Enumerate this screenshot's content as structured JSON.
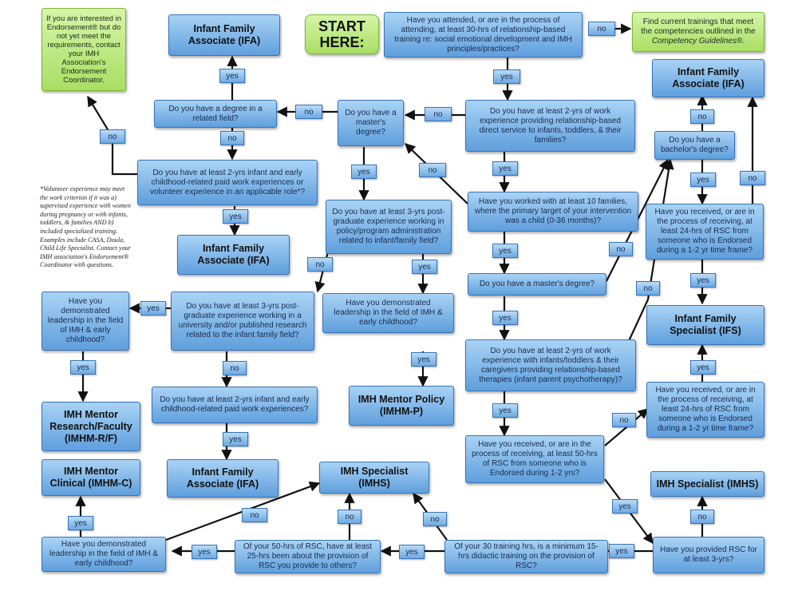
{
  "start_label": "START HERE:",
  "questions": {
    "attended_30hrs": "Have you attended, or are in the process of attending, at least 30-hrs of relationship-based training re: social emotional development and IMH principles/practices?",
    "find_trainings_lead": "Find current trainings that meet the competencies outlined in the ",
    "find_trainings_em": "Competency Guidelines®",
    "find_trainings_end": ".",
    "contact_coordinator": "If you are interested in Endorsement® but do not yet meet the requirements, contact your IMH Association's Endorsement Coordinator.",
    "degree_related": "Do you have a degree in a related field?",
    "masters_degree": "Do you have a master's degree?",
    "two_yrs_direct_service": "Do you have at least 2-yrs of work experience providing relationship-based direct service to infants, toddlers, & their families?",
    "two_yrs_infant_paid_volunteer": "Do you have at least 2-yrs infant and early childhood-related paid work experiences or volunteer experience in an applicable role*?",
    "three_yrs_policy": "Do you have at least 3-yrs post-graduate experience working in policy/program administration related to infant/family field?",
    "ten_families": "Have you worked with at least 10 families, where the primary target of your intervention was a child (0-36 months)?",
    "bachelors_degree": "Do you have a bachelor's degree?",
    "rsc_24hrs_top": "Have you received, or are in the process of receiving, at least 24-hrs of RSC from someone who is Endorsed during a 1-2 yr time frame?",
    "masters_degree_2": "Do you have a master's degree?",
    "leadership_research": "Have you demonstrated leadership in the field of IMH & early childhood?",
    "three_yrs_research": "Do you have at least 3-yrs post-graduate experience working in a university and/or published research related to the infant family field?",
    "leadership_policy": "Have you demonstrated leadership in the field of IMH & early childhood?",
    "two_yrs_therapies": "Do you have at least 2-yrs of work experience with infants/toddlers & their caregivers providing relationship-based therapies (infant parent psychotherapy)?",
    "rsc_24hrs_ifs": "Have you received, or are in the process of receiving, at least 24-hrs of RSC from someone who is Endorsed during a 1-2 yr time frame?",
    "two_yrs_infant_paid": "Do you have at least 2-yrs infant and early childhood-related paid work experiences?",
    "rsc_50hrs": "Have you received, or are in the process of receiving, at least 50-hrs of RSC from someone who is Endorsed during 1-2 yrs?",
    "leadership_clinical": "Have you demonstrated leadership in the field of IMH & early childhood?",
    "rsc_25hrs_provision": "Of your 50-hrs of RSC, have at least 25-hrs been about the provision of RSC you provide to others?",
    "training_15hrs": "Of your 30 training hrs, is a minimum 15-hrs didactic training on the provision of RSC?",
    "provided_rsc_3yrs": "Have you provided RSC for at least 3-yrs?"
  },
  "outcomes": {
    "ifa_1": "Infant Family Associate (IFA)",
    "ifa_2": "Infant Family Associate (IFA)",
    "ifa_3": "Infant Family Associate (IFA)",
    "ifa_4": "Infant Family Associate (IFA)",
    "ifs": "Infant Family Specialist (IFS)",
    "imhm_rf": "IMH Mentor Research/Faculty (IMHM-R/F)",
    "imhm_p": "IMH Mentor Policy (IMHM-P)",
    "imhm_c": "IMH Mentor Clinical (IMHM-C)",
    "imhs_1": "IMH Specialist (IMHS)",
    "imhs_2": "IMH Specialist (IMHS)"
  },
  "labels": {
    "yes": "yes",
    "no": "no"
  },
  "note": "*Volunteer experience may meet the work criterion if it was a) supervised experience with women during pregnancy or with infants, toddlers, & families AND b) included specialized training.  Examples include CASA, Doula, Child Life Specialist.  Contact your IMH association's Endorsement® Coordinator with questions.",
  "colors": {
    "box_blue": "#5f9fdd",
    "box_green": "#a9de63",
    "line": "#111111"
  }
}
